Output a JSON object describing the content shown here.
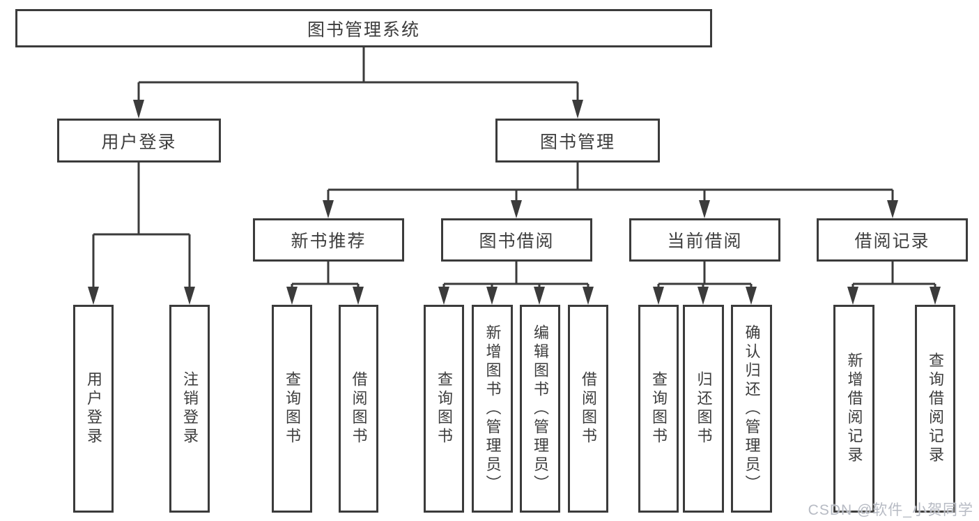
{
  "tree": {
    "label": "图书管理系统",
    "children": [
      {
        "label": "用户登录",
        "children": [
          {
            "label": "用户登录"
          },
          {
            "label": "注销登录"
          }
        ]
      },
      {
        "label": "图书管理",
        "children": [
          {
            "label": "新书推荐",
            "children": [
              {
                "label": "查询图书"
              },
              {
                "label": "借阅图书"
              }
            ]
          },
          {
            "label": "图书借阅",
            "children": [
              {
                "label": "查询图书"
              },
              {
                "label": "新增图书（管理员）"
              },
              {
                "label": "编辑图书（管理员）"
              },
              {
                "label": "借阅图书"
              }
            ]
          },
          {
            "label": "当前借阅",
            "children": [
              {
                "label": "查询图书"
              },
              {
                "label": "归还图书"
              },
              {
                "label": "确认归还（管理员）"
              }
            ]
          },
          {
            "label": "借阅记录",
            "children": [
              {
                "label": "新增借阅记录"
              },
              {
                "label": "查询借阅记录"
              }
            ]
          }
        ]
      }
    ]
  },
  "watermark": {
    "text": "CSDN @软件_小贺同学"
  },
  "colors": {
    "line": "#3b3b3b",
    "text": "#3d3d3d",
    "background": "#ffffff",
    "watermark": "#b7bbc4"
  }
}
